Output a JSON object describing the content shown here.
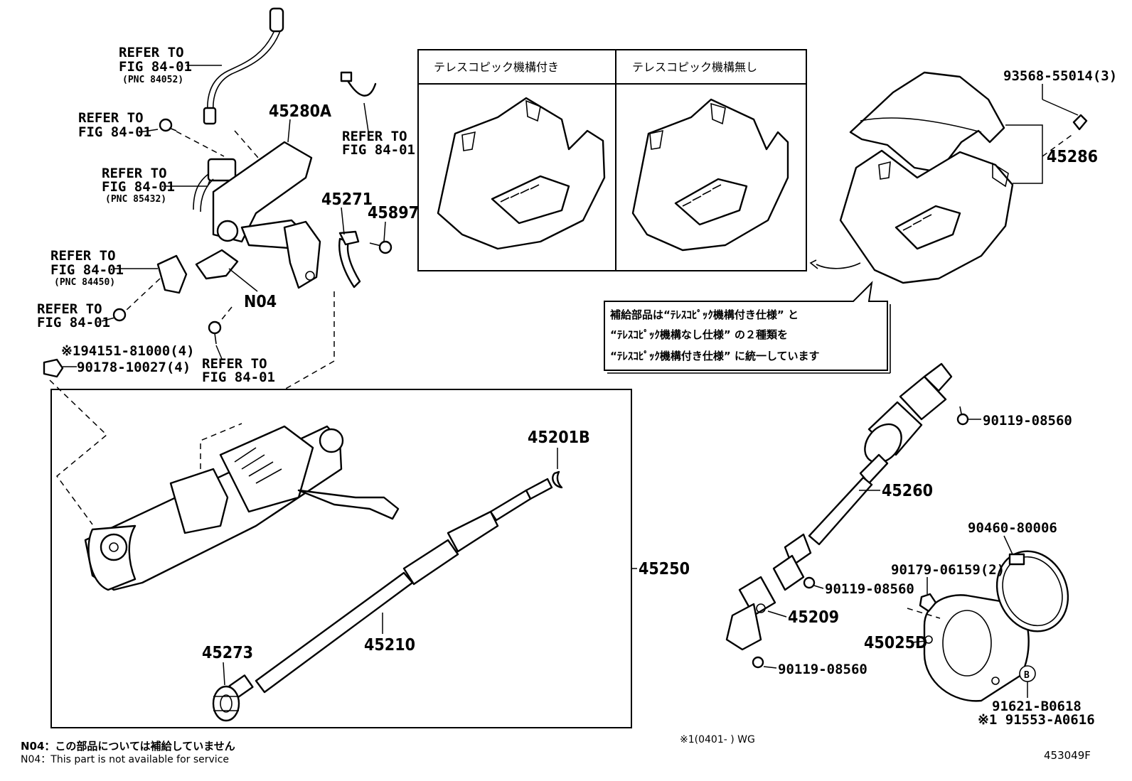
{
  "labels": {
    "p45280A": "45280A",
    "p45271": "45271",
    "p45897": "45897",
    "n04": "N04",
    "p93568": "93568-55014(3)",
    "p45286": "45286",
    "p9415181000": "※194151-81000(4)",
    "p9017810027": "90178-10027(4)",
    "p45201B": "45201B",
    "p45250": "45250",
    "p45210": "45210",
    "p45273": "45273",
    "p45260": "45260",
    "p9011908560a": "90119-08560",
    "p9011908560b": "90119-08560",
    "p9011908560c": "90119-08560",
    "p45209": "45209",
    "p9046080006": "90460-80006",
    "p9017906159": "90179-06159(2)",
    "p45025D": "45025D",
    "markerB": "B",
    "p91621": "91621-B0618",
    "p91553": "※1 91553-A0616",
    "figCode": "453049F",
    "footnoteRange": "※1(0401-    ) WG"
  },
  "refers": [
    {
      "l1": "REFER TO",
      "l2": "FIG 84-01",
      "pnc": "(PNC 84052)"
    },
    {
      "l1": "REFER TO",
      "l2": "FIG 84-01",
      "pnc": ""
    },
    {
      "l1": "REFER TO",
      "l2": "FIG 84-01",
      "pnc": "(PNC 85432)"
    },
    {
      "l1": "REFER TO",
      "l2": "FIG 84-01",
      "pnc": "(PNC 84450)"
    },
    {
      "l1": "REFER TO",
      "l2": "FIG 84-01",
      "pnc": ""
    },
    {
      "l1": "REFER TO",
      "l2": "FIG 84-01",
      "pnc": ""
    },
    {
      "l1": "REFER TO",
      "l2": "FIG 84-01",
      "pnc": ""
    }
  ],
  "variantBox": {
    "withTelescopic": "テレスコピック機構付き",
    "withoutTelescopic": "テレスコピック機構無し"
  },
  "note": {
    "line1": "補給部品は“ﾃﾚｽｺﾋﾟｯｸ機構付き仕様” と",
    "line2": "“ﾃﾚｽｺﾋﾟｯｸ機構なし仕様” の２種類を",
    "line3": "“ﾃﾚｽｺﾋﾟｯｸ機構付き仕様” に統一しています"
  },
  "footnotes": {
    "jp": "N04：この部品については補給していません",
    "en": "N04：This part is not available for service"
  }
}
